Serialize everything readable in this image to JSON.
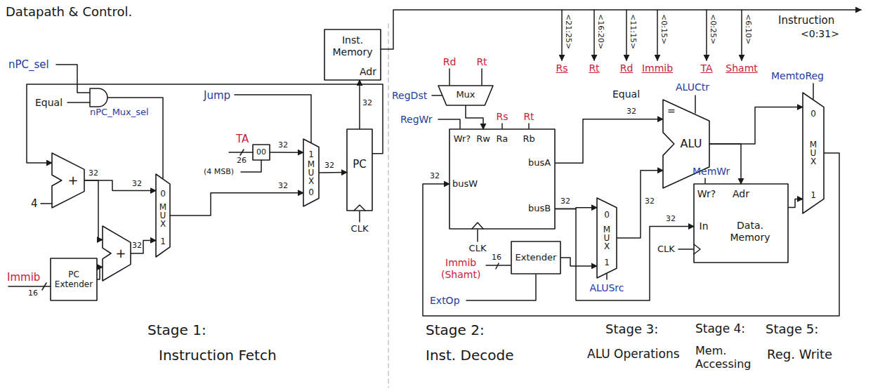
{
  "diagram": {
    "title": "Datapath & Control.",
    "nodes": [
      {
        "text": [
          "Inst. Memory",
          "Adr"
        ]
      },
      {
        "text": [
          "PC"
        ]
      },
      {
        "text": [
          "PC Extender"
        ]
      },
      {
        "text": [
          "+"
        ]
      },
      {
        "text": [
          "+"
        ]
      },
      {
        "text": [
          "0",
          "MUX",
          "1"
        ]
      },
      {
        "text": [
          "00"
        ]
      },
      {
        "text": [
          "1",
          "MUX",
          "0"
        ]
      },
      {
        "text": [
          "Mux"
        ]
      },
      {
        "text": [
          "Wr?",
          "Rw",
          "Ra",
          "Rb",
          "busW",
          "busA",
          "busB"
        ]
      },
      {
        "text": [
          "Extender"
        ]
      },
      {
        "text": [
          "0",
          "MUX",
          "1"
        ]
      },
      {
        "text": [
          "=",
          "ALU"
        ]
      },
      {
        "text": [
          "Wr?",
          "Adr",
          "In",
          "Data. Memory"
        ]
      },
      {
        "text": [
          "0",
          "MUX",
          "1"
        ]
      }
    ],
    "edges": [
      {
        "from": 1,
        "to": 0,
        "arrow": "to"
      },
      {
        "from": 1,
        "to": 3,
        "arrow": "to"
      },
      {
        "from": 3,
        "to": 5,
        "arrow": "to"
      },
      {
        "from": 3,
        "to": 4,
        "arrow": "to"
      },
      {
        "from": 2,
        "to": 4,
        "arrow": "to"
      },
      {
        "from": 4,
        "to": 5,
        "arrow": "to"
      },
      {
        "from": 5,
        "to": 7,
        "arrow": "to"
      },
      {
        "from": 6,
        "to": 7,
        "arrow": "to"
      },
      {
        "from": 7,
        "to": 1,
        "arrow": "to"
      },
      {
        "from": 8,
        "to": 9,
        "arrow": "to"
      },
      {
        "from": 9,
        "to": 12,
        "arrow": "to"
      },
      {
        "from": 9,
        "to": 11,
        "arrow": "to"
      },
      {
        "from": 9,
        "to": 13,
        "arrow": "to"
      },
      {
        "from": 10,
        "to": 11,
        "arrow": "to"
      },
      {
        "from": 11,
        "to": 12,
        "arrow": "to"
      },
      {
        "from": 12,
        "to": 13,
        "arrow": "to"
      },
      {
        "from": 12,
        "to": 14,
        "arrow": "to"
      },
      {
        "from": 13,
        "to": 14,
        "arrow": "to"
      },
      {
        "from": 14,
        "to": 9,
        "arrow": "to"
      }
    ],
    "labels": [
      "nPC_sel",
      "Equal",
      "nPC_Mux_sel",
      "Jump",
      "TA",
      "26",
      "(4 MSB)",
      "32",
      "32",
      "32",
      "32",
      "32",
      "32",
      "32",
      "4",
      "Immib",
      "16",
      "CLK",
      "RegDst",
      "Rd",
      "Rt",
      "RegWr",
      "Rs",
      "Rt",
      "CLK",
      "Immib",
      "(Shamt)",
      "16",
      "ExtOp",
      "ALUSrc",
      "32",
      "32",
      "32",
      "32",
      "32",
      "Equal",
      "ALUCtr",
      "MemWr",
      "MemtoReg",
      "CLK",
      "Instruction",
      "<0:31>",
      "<21:25>",
      "<16:20>",
      "<11:15>",
      "<0:15>",
      "<0:25>",
      "<6:10>",
      "Rs",
      "Rt",
      "Rd",
      "Immib",
      "TA",
      "Shamt",
      "Stage 1:",
      "Instruction Fetch",
      "Stage 2:",
      "Inst. Decode",
      "Stage 3:",
      "ALU Operations",
      "Stage 4:",
      "Mem. Accessing",
      "Stage 5:",
      "Reg. Write"
    ]
  }
}
